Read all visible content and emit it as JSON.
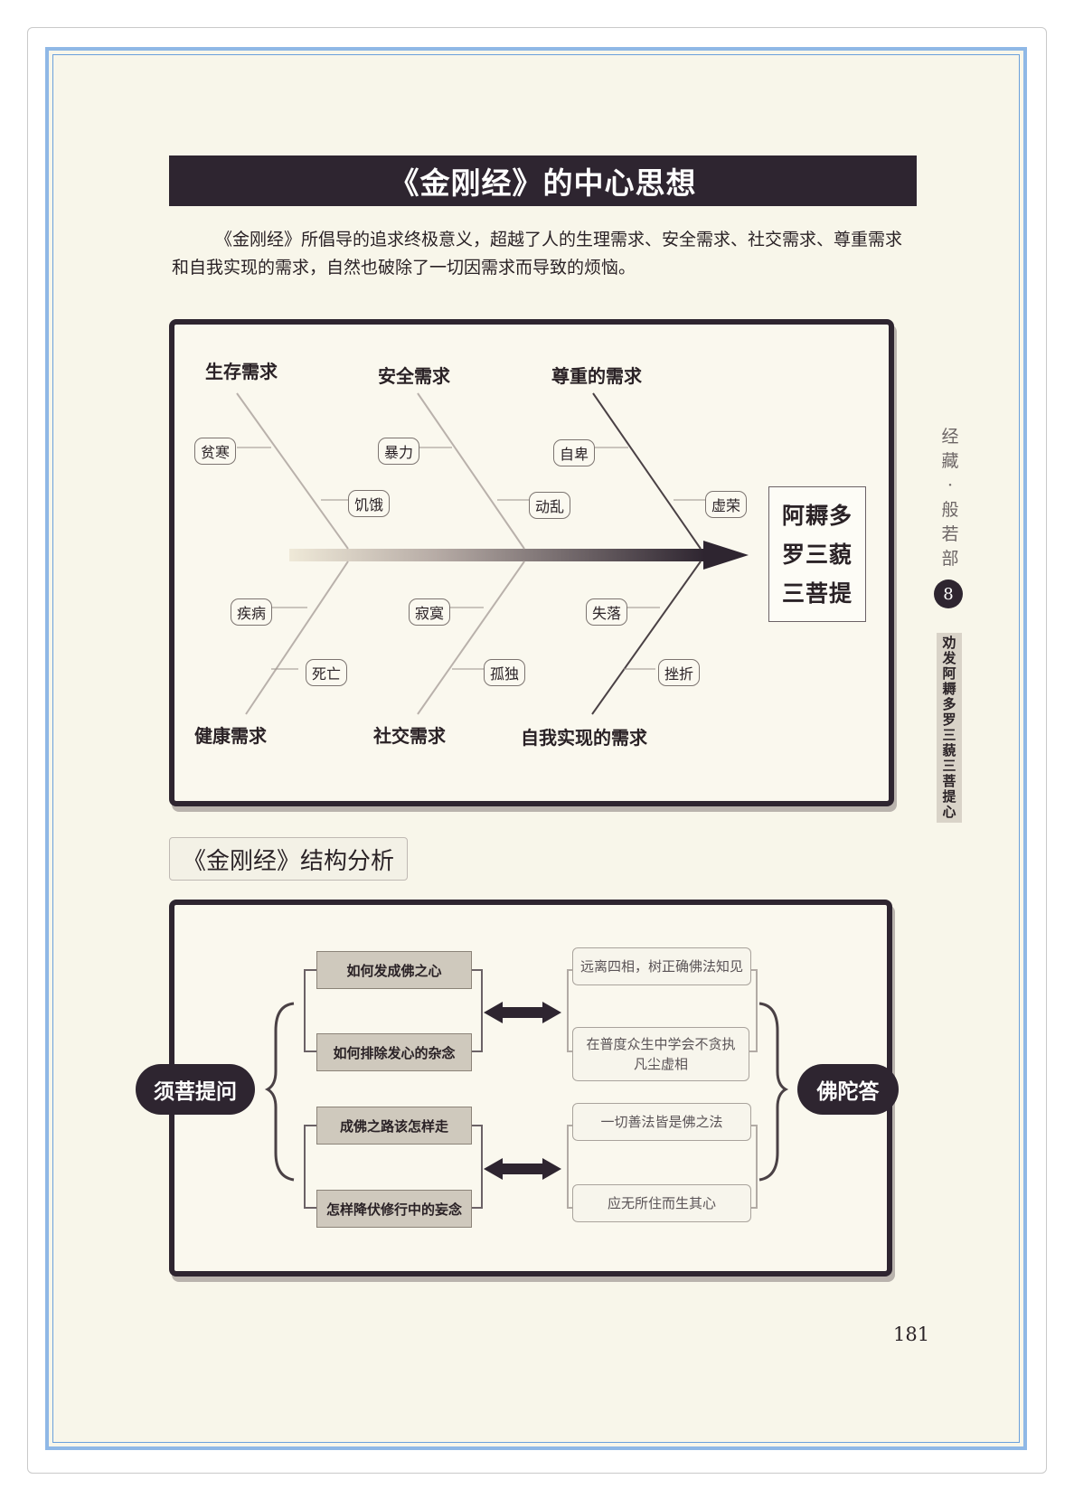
{
  "title": "《金刚经》的中心思想",
  "intro": "《金刚经》所倡导的追求终极意义，超越了人的生理需求、安全需求、社交需求、尊重需求和自我实现的需求，自然也破除了一切因需求而导致的烦恼。",
  "fishbone": {
    "top_labels": [
      "生存需求",
      "安全需求",
      "尊重的需求"
    ],
    "bottom_labels": [
      "健康需求",
      "社交需求",
      "自我实现的需求"
    ],
    "tags": {
      "t1": "贫寒",
      "t2": "饥饿",
      "t3": "暴力",
      "t4": "动乱",
      "t5": "自卑",
      "t6": "虚荣",
      "b1": "疾病",
      "b2": "死亡",
      "b3": "寂寞",
      "b4": "孤独",
      "b5": "失落",
      "b6": "挫折"
    },
    "result": [
      "阿耨多",
      "罗三藐",
      "三菩提"
    ]
  },
  "structure": {
    "section_title": "《金刚经》结构分析",
    "left_pill": "须菩提问",
    "right_pill": "佛陀答",
    "questions": [
      "如何发成佛之心",
      "如何排除发心的杂念",
      "成佛之路该怎样走",
      "怎样降伏修行中的妄念"
    ],
    "answers": [
      "远离四相，树正确佛法知见",
      "在普度众生中学会不贪执凡尘虚相",
      "一切善法皆是佛之法",
      "应无所住而生其心"
    ]
  },
  "sidebar": {
    "series": [
      "经",
      "藏",
      "·",
      "般",
      "若",
      "部"
    ],
    "chapter_number": "8",
    "chapter_title": "劝发阿耨多罗三藐三菩提心"
  },
  "page_number": "181"
}
